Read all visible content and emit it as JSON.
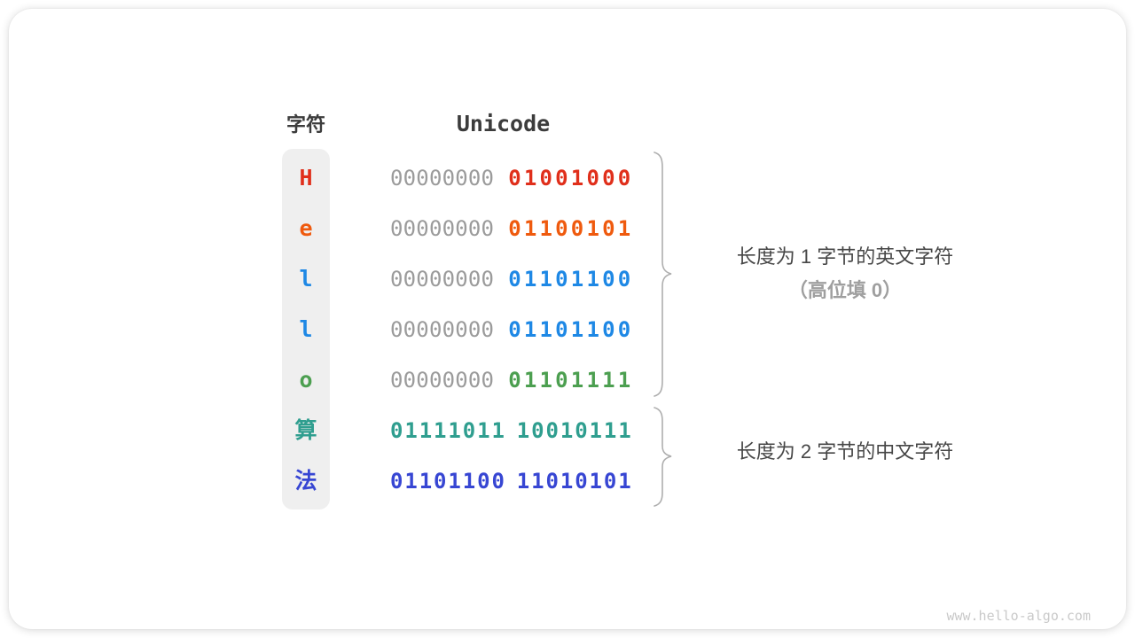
{
  "figure": {
    "headers": {
      "char": "字符",
      "unicode": "Unicode"
    },
    "rows": [
      {
        "char": "H",
        "char_color": "#e02f1b",
        "byte1": "00000000",
        "byte1_color": "#9b9b9b",
        "byte2": "01001000",
        "byte2_color": "#e02f1b"
      },
      {
        "char": "e",
        "char_color": "#ef5a0e",
        "byte1": "00000000",
        "byte1_color": "#9b9b9b",
        "byte2": "01100101",
        "byte2_color": "#ef5a0e"
      },
      {
        "char": "l",
        "char_color": "#1e88e5",
        "byte1": "00000000",
        "byte1_color": "#9b9b9b",
        "byte2": "01101100",
        "byte2_color": "#1e88e5"
      },
      {
        "char": "l",
        "char_color": "#1e88e5",
        "byte1": "00000000",
        "byte1_color": "#9b9b9b",
        "byte2": "01101100",
        "byte2_color": "#1e88e5"
      },
      {
        "char": "o",
        "char_color": "#4c9f50",
        "byte1": "00000000",
        "byte1_color": "#9b9b9b",
        "byte2": "01101111",
        "byte2_color": "#4c9f50"
      },
      {
        "char": "算",
        "char_color": "#2f9e8f",
        "byte1": "01111011",
        "byte1_color": "#2f9e8f",
        "byte2": "10010111",
        "byte2_color": "#2f9e8f"
      },
      {
        "char": "法",
        "char_color": "#3746d3",
        "byte1": "01101100",
        "byte1_color": "#3746d3",
        "byte2": "11010101",
        "byte2_color": "#3746d3"
      }
    ],
    "annotations": {
      "english_line1": "长度为 1 字节的英文字符",
      "english_line2": "（高位填 0）",
      "chinese_line1": "长度为 2 字节的中文字符"
    },
    "watermark": "www.hello-algo.com",
    "colors": {
      "column_bg": "#efefef",
      "zero_gray": "#9b9b9b",
      "header_text": "#3c3c3c",
      "annotation_primary": "#474747",
      "annotation_secondary": "#9f9f9f",
      "brace": "#aeaeae",
      "watermark": "#c9c9c9",
      "card_bg": "#ffffff"
    }
  }
}
